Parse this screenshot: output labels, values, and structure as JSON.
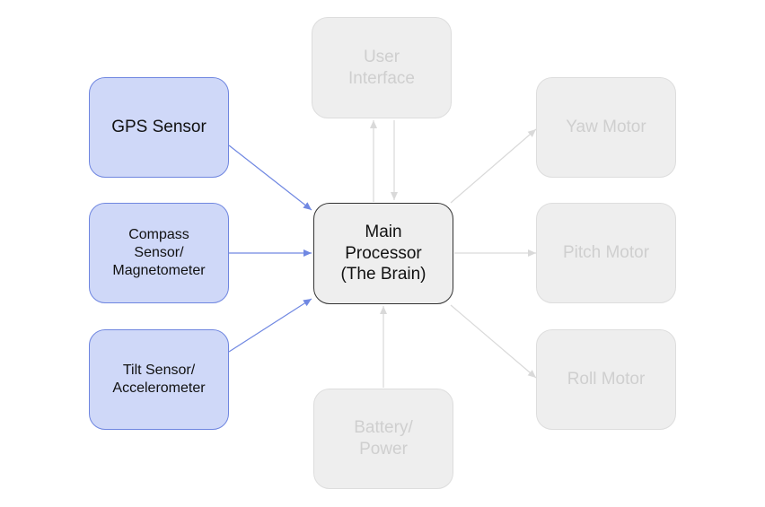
{
  "diagram": {
    "colors": {
      "active_fill": "#cfd8f8",
      "active_border": "#6f86e0",
      "active_arrow": "#7088e2",
      "core_fill": "#eeeeee",
      "core_border": "#333333",
      "faded_fill": "#eeeeee",
      "faded_text": "#cfcfcf",
      "faded_arrow": "#d9d9d9"
    },
    "nodes": {
      "gps": {
        "lines": [
          "GPS Sensor"
        ]
      },
      "compass": {
        "lines": [
          "Compass",
          "Sensor/",
          "Magnetometer"
        ]
      },
      "tilt": {
        "lines": [
          "Tilt Sensor/",
          "Accelerometer"
        ]
      },
      "main": {
        "lines": [
          "Main",
          "Processor",
          "(The Brain)"
        ]
      },
      "ui": {
        "lines": [
          "User",
          "Interface"
        ]
      },
      "yaw": {
        "lines": [
          "Yaw Motor"
        ]
      },
      "pitch": {
        "lines": [
          "Pitch Motor"
        ]
      },
      "roll": {
        "lines": [
          "Roll Motor"
        ]
      },
      "battery": {
        "lines": [
          "Battery/",
          "Power"
        ]
      }
    }
  }
}
